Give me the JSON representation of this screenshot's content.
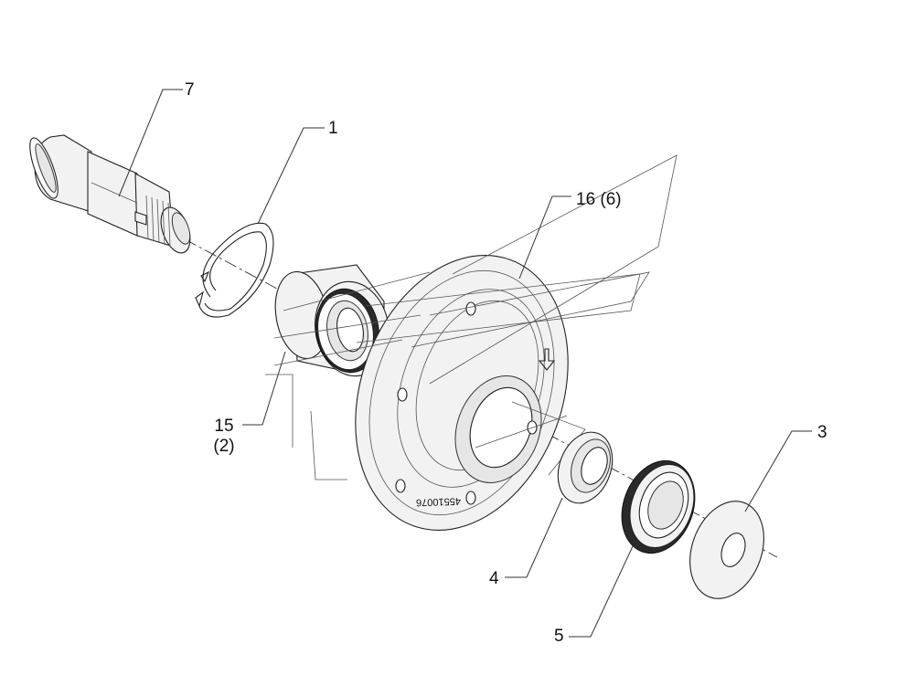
{
  "diagram": {
    "callouts": [
      {
        "id": "7",
        "label": "7"
      },
      {
        "id": "1",
        "label": "1"
      },
      {
        "id": "16",
        "label": "16 (6)"
      },
      {
        "id": "15",
        "label": "15",
        "sub": "(2)"
      },
      {
        "id": "3",
        "label": "3"
      },
      {
        "id": "4",
        "label": "4"
      },
      {
        "id": "5",
        "label": "5"
      }
    ],
    "hub_marking": "45510076"
  }
}
